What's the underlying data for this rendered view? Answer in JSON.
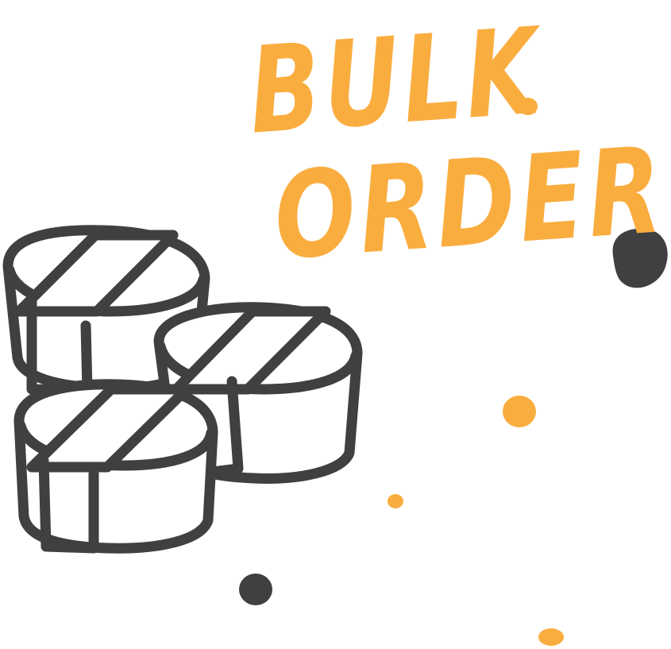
{
  "headline": {
    "line1": "BULK",
    "line2": "ORDER"
  },
  "colors": {
    "accent": "#FAAD3F",
    "ink": "#404042",
    "background": "#FFFFFF"
  },
  "illustration": {
    "icon": "sushi-rolls-icon",
    "roll_count": 3
  },
  "decor": {
    "icon": "paint-dots-icon"
  }
}
